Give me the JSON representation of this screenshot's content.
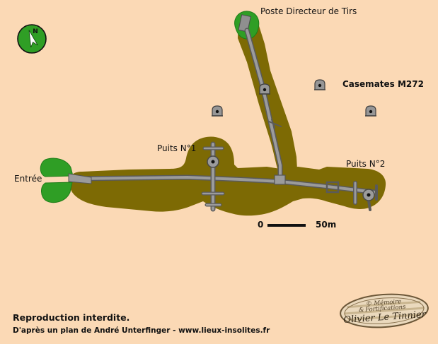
{
  "map": {
    "labels": {
      "poste_directeur": "Poste Directeur de Tirs",
      "casemates": "Casemates M272",
      "puits1": "Puits N°1",
      "puits2": "Puits N°2",
      "entree": "Entrée"
    },
    "scale": {
      "zero": "0",
      "distance": "50m"
    },
    "compass": {
      "north": "N"
    }
  },
  "footer": {
    "line1": "Reproduction interdite.",
    "line2": "D'après un plan de André Unterfinger -  www.lieux-insolites.fr"
  },
  "stamp": {
    "line1": "© Mémoire",
    "line2": "&",
    "line3": "Fortifications",
    "signature": "Olivier Le Tinnier"
  },
  "colors": {
    "background": "#fbd9b5",
    "gallery": "#7d6a04",
    "tunnel": "#9b9b9b",
    "green": "#2f9e25"
  }
}
